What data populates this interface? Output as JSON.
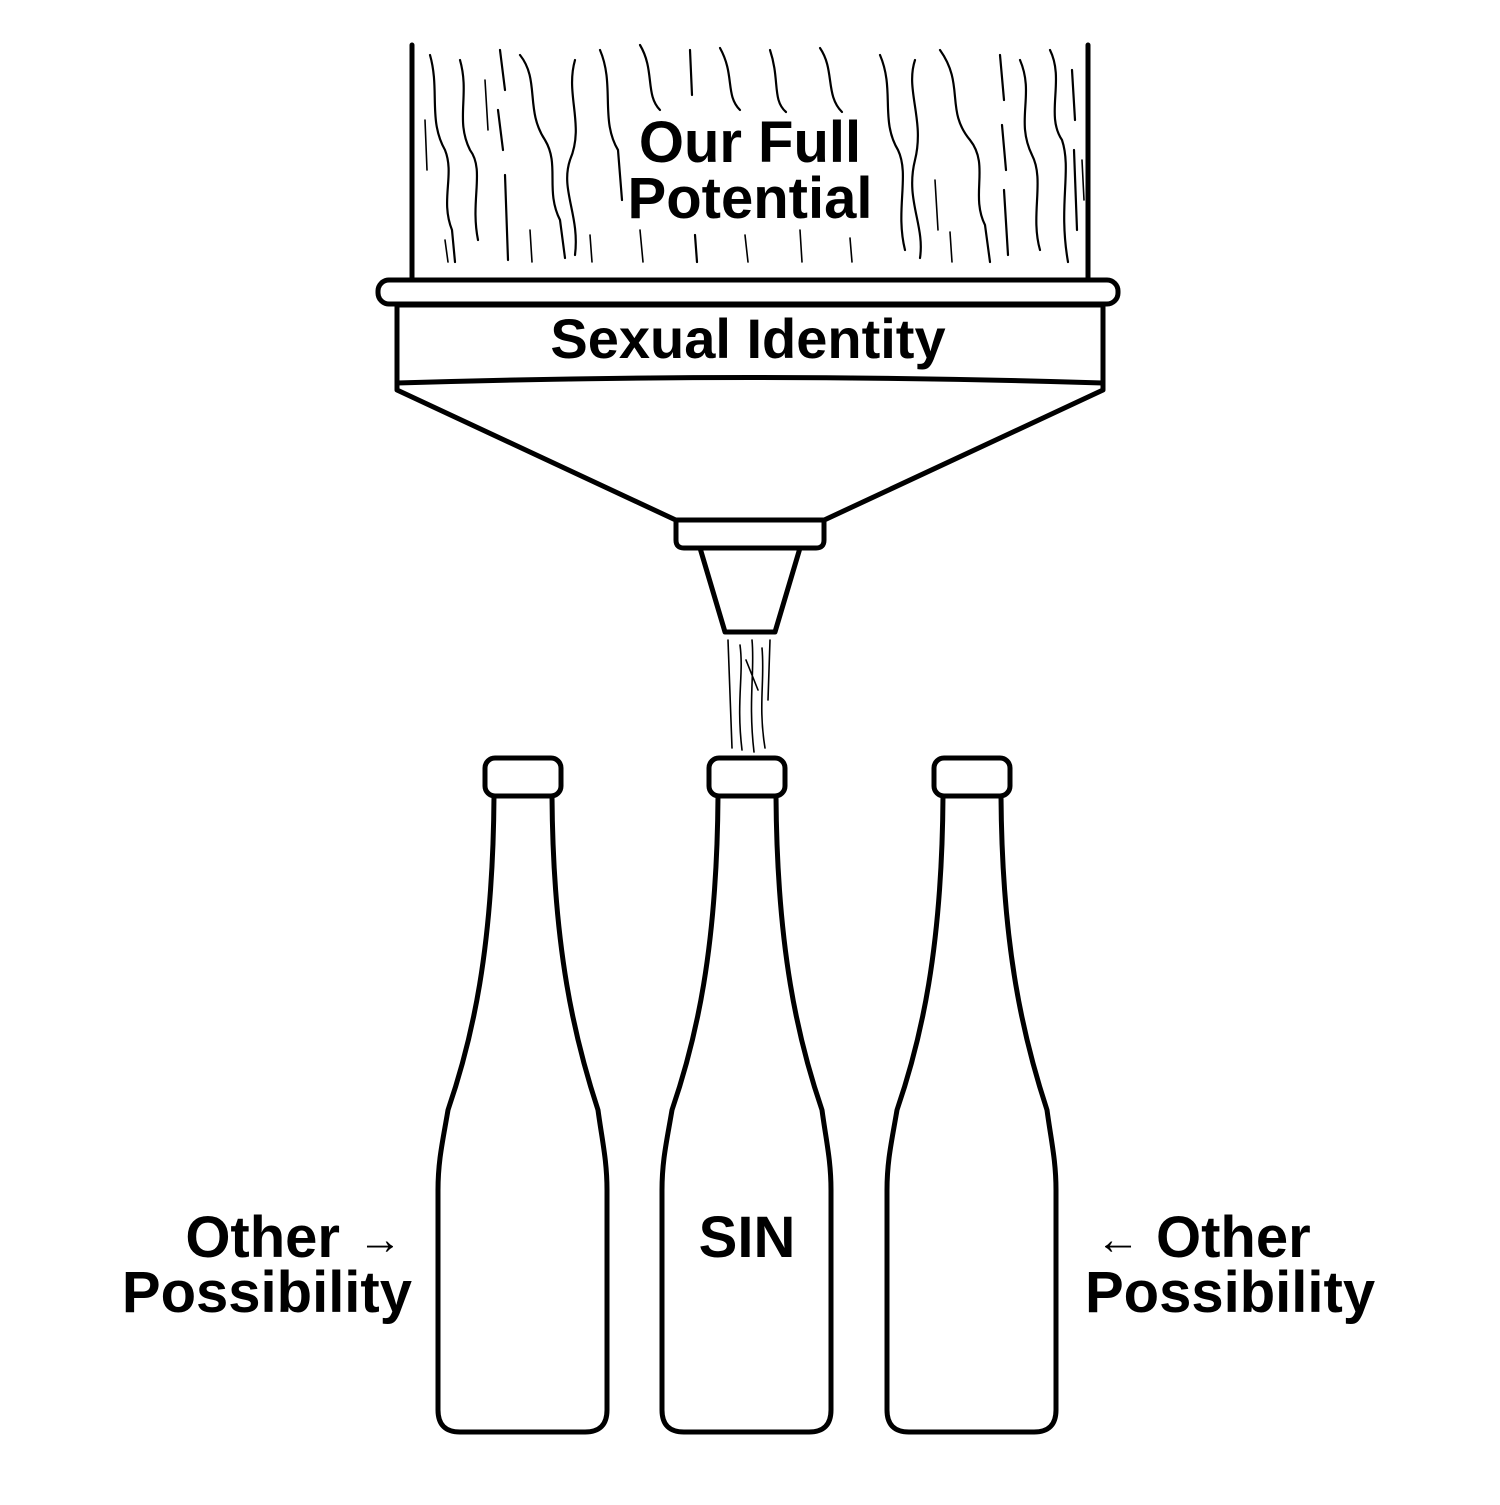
{
  "diagram": {
    "top_label_lines": [
      "Our Full",
      "Potential"
    ],
    "funnel_label": "Sexual Identity",
    "bottles": [
      {
        "id": "left",
        "label_lines": [
          "Other",
          "Possibility"
        ],
        "arrow": "→"
      },
      {
        "id": "center",
        "label_lines": [
          "SIN"
        ]
      },
      {
        "id": "right",
        "label_lines": [
          "Other",
          "Possibility"
        ],
        "arrow": "←"
      }
    ]
  },
  "colors": {
    "ink": "#000000",
    "paper": "#ffffff"
  }
}
